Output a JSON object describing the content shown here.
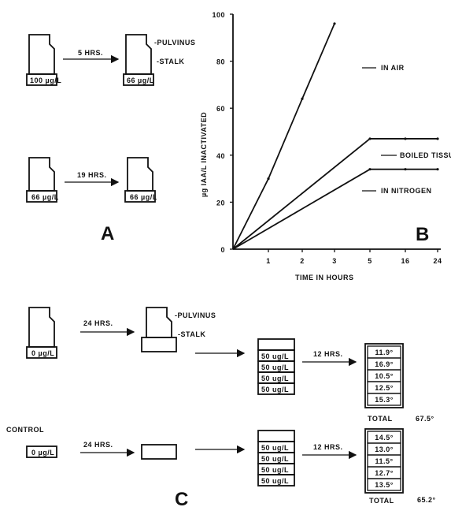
{
  "panel_a": {
    "letter": "A",
    "row1": {
      "arrow": "5 HRS.",
      "before": "100 µg/L",
      "after": "66 µg/L",
      "part_top": "PULVINUS",
      "part_bottom": "STALK"
    },
    "row2": {
      "arrow": "19 HRS.",
      "before": "66 µg/L",
      "after": "66 µg/L"
    }
  },
  "panel_b": {
    "letter": "B"
  },
  "chart_data": {
    "type": "line",
    "xlabel": "TIME IN HOURS",
    "ylabel": "µg IAA/L INACTIVATED",
    "x_ticks": [
      "1",
      "2",
      "3",
      "5",
      "16",
      "24"
    ],
    "y_ticks": [
      "0",
      "20",
      "40",
      "60",
      "80",
      "100"
    ],
    "ylim": [
      0,
      100
    ],
    "series": [
      {
        "name": "IN AIR",
        "x": [
          "0",
          "1",
          "2",
          "3"
        ],
        "values": [
          0,
          30,
          64,
          96
        ]
      },
      {
        "name": "BOILED TISSUE",
        "x": [
          "0",
          "5",
          "16",
          "24"
        ],
        "values": [
          0,
          47,
          47,
          47
        ]
      },
      {
        "name": "IN NITROGEN",
        "x": [
          "0",
          "5",
          "16",
          "24"
        ],
        "values": [
          0,
          34,
          34,
          34
        ]
      }
    ]
  },
  "panel_c": {
    "letter": "C",
    "control_label": "CONTROL",
    "row1": {
      "arrow1": "24 HRS.",
      "arrow2": "12 HRS.",
      "start": "0 µg/L",
      "part_top": "-PULVINUS",
      "part_bottom": "-STALK",
      "blocks": [
        "50 ug/L",
        "50 ug/L",
        "50 ug/L",
        "50 ug/L"
      ],
      "angles": [
        "11.9°",
        "16.9°",
        "10.5°",
        "12.5°",
        "15.3°"
      ],
      "total_label": "TOTAL",
      "total": "67.5°"
    },
    "row2": {
      "arrow1": "24 HRS.",
      "arrow2": "12 HRS.",
      "start": "0 µg/L",
      "blocks": [
        "50 ug/L",
        "50 ug/L",
        "50 ug/L",
        "50 ug/L"
      ],
      "angles": [
        "14.5°",
        "13.0°",
        "11.5°",
        "12.7°",
        "13.5°"
      ],
      "total_label": "TOTAL",
      "total": "65.2°"
    }
  }
}
